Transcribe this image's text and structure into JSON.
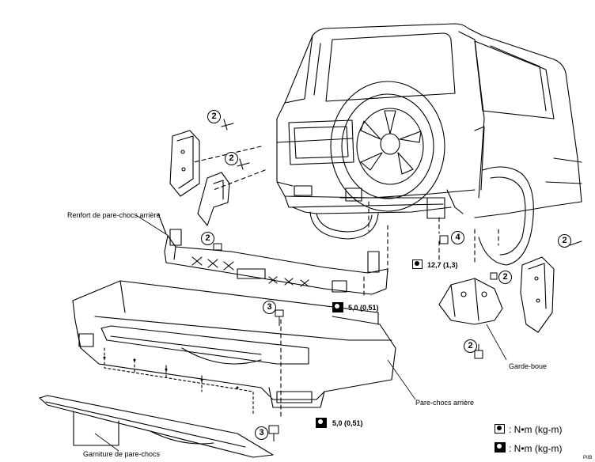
{
  "labels": {
    "renfort": "Renfort de pare-chocs arrière",
    "garde_boue": "Garde-boue",
    "pare_chocs": "Pare-chocs arrière",
    "garniture": "Garniture de pare-chocs"
  },
  "callouts": {
    "c2a": "2",
    "c2b": "2",
    "c2c": "2",
    "c2d": "2",
    "c2e": "2",
    "c2f": "2",
    "c3a": "3",
    "c3b": "3",
    "c4": "4"
  },
  "torques": {
    "t_12_7": "12,7 (1,3)",
    "t_5_0a": "5,0 (0,51)",
    "t_5_0b": "5,0 (0,51)"
  },
  "legend": {
    "outline_text": ": N•m (kg-m)",
    "solid_text": ": N•m (kg-m)"
  },
  "ref_code": "PIIB"
}
